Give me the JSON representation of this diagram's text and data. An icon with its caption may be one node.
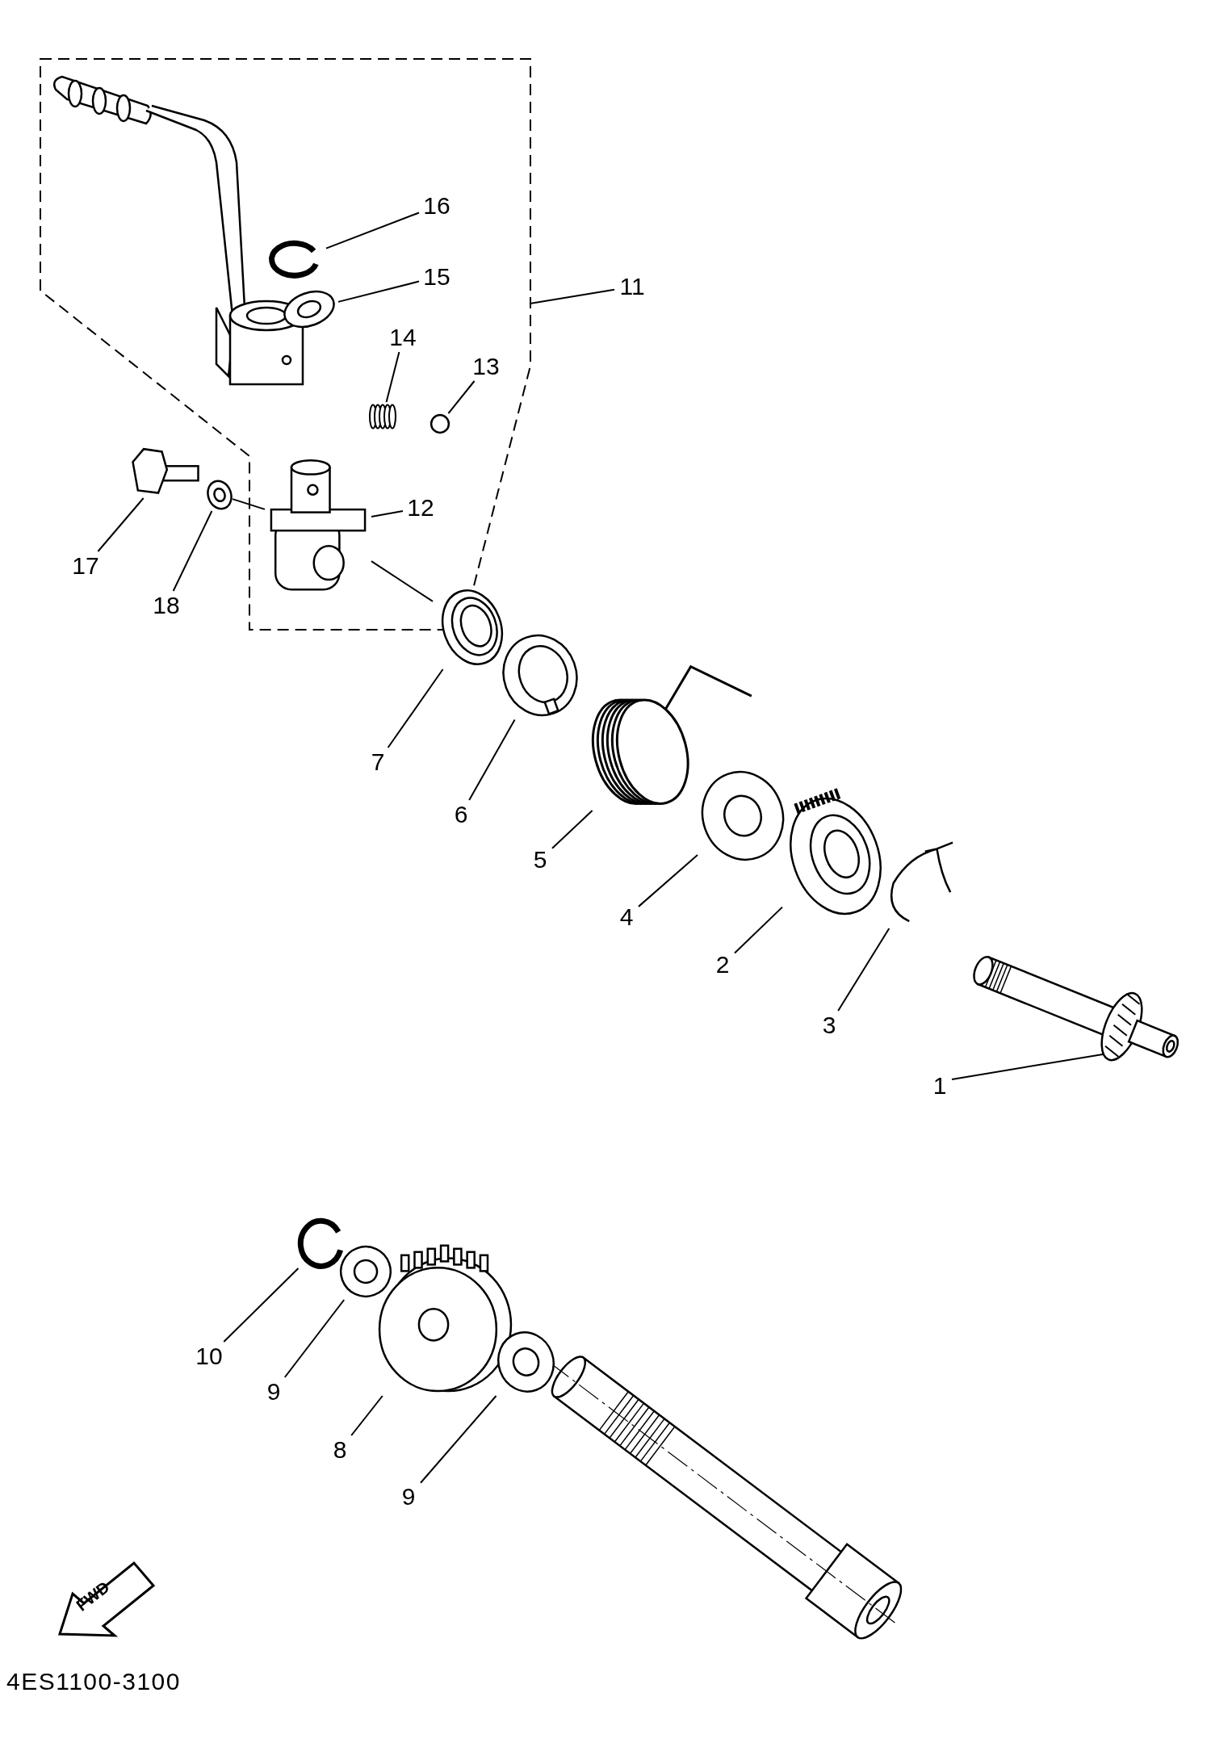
{
  "diagram": {
    "nodes": [
      {
        "text": [],
        "shape": "box"
      },
      {
        "text": [
          "16"
        ],
        "in": 0
      },
      {
        "text": [],
        "shape": "picture",
        "in": 0
      },
      {
        "text": [
          "15"
        ],
        "in": 0
      },
      {
        "text": [],
        "shape": "picture",
        "in": 0
      },
      {
        "text": [
          "11"
        ]
      },
      {
        "text": [
          "14"
        ],
        "in": 0
      },
      {
        "text": [],
        "shape": "picture",
        "in": 0
      },
      {
        "text": [
          "13"
        ],
        "in": 0
      },
      {
        "text": [],
        "shape": "circle",
        "in": 0
      },
      {
        "text": [],
        "shape": "picture"
      },
      {
        "text": [],
        "shape": "picture"
      },
      {
        "text": [
          "12"
        ],
        "in": 0
      },
      {
        "text": [],
        "shape": "picture",
        "in": 0
      },
      {
        "text": [
          "17"
        ]
      },
      {
        "text": [
          "18"
        ]
      },
      {
        "text": [],
        "shape": "picture"
      },
      {
        "text": [],
        "shape": "picture"
      },
      {
        "text": [],
        "shape": "picture"
      },
      {
        "text": [],
        "shape": "picture"
      },
      {
        "text": [],
        "shape": "picture"
      },
      {
        "text": [],
        "shape": "picture"
      },
      {
        "text": [
          "7"
        ]
      },
      {
        "text": [
          "6"
        ]
      },
      {
        "text": [
          "5"
        ]
      },
      {
        "text": [
          "4"
        ]
      },
      {
        "text": [
          "2"
        ]
      },
      {
        "text": [
          "3"
        ]
      },
      {
        "text": [],
        "shape": "picture"
      },
      {
        "text": [
          "1"
        ]
      },
      {
        "text": [],
        "shape": "picture"
      },
      {
        "text": [],
        "shape": "picture"
      },
      {
        "text": [],
        "shape": "picture"
      },
      {
        "text": [],
        "shape": "picture"
      },
      {
        "text": [
          "10"
        ]
      },
      {
        "text": [
          "9"
        ]
      },
      {
        "text": [
          "8"
        ]
      },
      {
        "text": [
          "9"
        ]
      }
    ],
    "edges": [
      {
        "from": 1,
        "to": 2,
        "arrow": "none"
      },
      {
        "from": 3,
        "to": 4,
        "arrow": "none"
      },
      {
        "from": 5,
        "to": 0,
        "arrow": "none"
      },
      {
        "from": 6,
        "to": 7,
        "arrow": "none"
      },
      {
        "from": 8,
        "to": 9,
        "arrow": "none"
      },
      {
        "from": 12,
        "to": 13,
        "arrow": "none"
      },
      {
        "from": 14,
        "to": 10,
        "arrow": "none"
      },
      {
        "from": 15,
        "to": 11,
        "arrow": "none"
      },
      {
        "from": 22,
        "to": 16,
        "arrow": "none"
      },
      {
        "from": 23,
        "to": 17,
        "arrow": "none"
      },
      {
        "from": 24,
        "to": 18,
        "arrow": "none"
      },
      {
        "from": 25,
        "to": 19,
        "arrow": "none"
      },
      {
        "from": 26,
        "to": 20,
        "arrow": "none"
      },
      {
        "from": 27,
        "to": 21,
        "arrow": "none"
      },
      {
        "from": 29,
        "to": 28,
        "arrow": "none"
      },
      {
        "from": 34,
        "to": 30,
        "arrow": "none"
      },
      {
        "from": 35,
        "to": 31,
        "arrow": "none"
      },
      {
        "from": 36,
        "to": 32,
        "arrow": "none"
      },
      {
        "from": 37,
        "to": 33,
        "arrow": "none"
      },
      {
        "from": 11,
        "to": 13,
        "arrow": "none"
      },
      {
        "from": 13,
        "to": 16,
        "arrow": "none"
      }
    ],
    "labels": [
      "FWD",
      "4ES1100-3100"
    ]
  }
}
